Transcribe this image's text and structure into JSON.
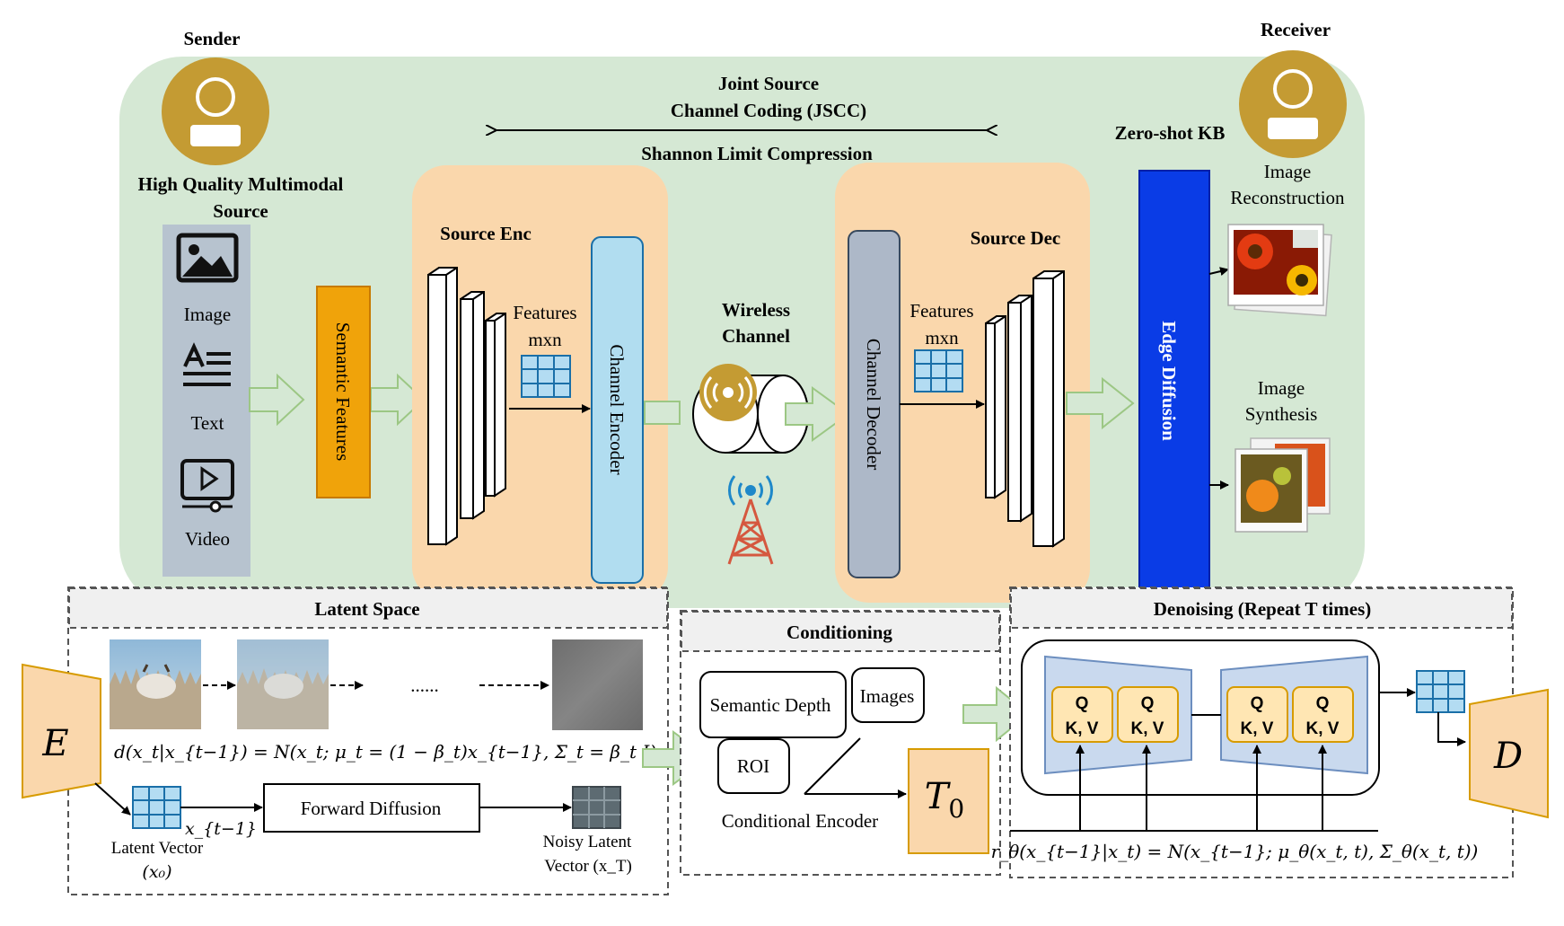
{
  "sender": {
    "title": "Sender",
    "source_title_1": "High Quality Multimodal",
    "source_title_2": "Source"
  },
  "receiver": {
    "title": "Receiver"
  },
  "modalities": {
    "image": "Image",
    "text": "Text",
    "video": "Video"
  },
  "semantic_features": "Semantic Features",
  "jscc": {
    "line1": "Joint Source",
    "line2": "Channel Coding (JSCC)",
    "shannon": "Shannon Limit Compression"
  },
  "source_enc": {
    "title": "Source Enc",
    "features_1": "Features",
    "features_2": "mxn",
    "channel_encoder": "Channel Encoder"
  },
  "wireless": {
    "line1": "Wireless",
    "line2": "Channel"
  },
  "source_dec": {
    "title": "Source Dec",
    "features_1": "Features",
    "features_2": "mxn",
    "channel_decoder": "Channel Decoder"
  },
  "zero_shot_kb": "Zero-shot KB",
  "edge_diffusion": "Edge Diffusion",
  "outputs": {
    "recon_1": "Image",
    "recon_2": "Reconstruction",
    "synth_1": "Image",
    "synth_2": "Synthesis"
  },
  "latent": {
    "title": "Latent Space",
    "ellipsis": "......",
    "forward_eq": "d(x_t|x_{t−1}) = N(x_t; μ_t = (1 − β_t)x_{t−1}, Σ_t = β_t I)",
    "encoder_label": "E",
    "forward_diffusion": "Forward Diffusion",
    "x_prev": "x_{t−1}",
    "latent_vector_1": "Latent Vector",
    "latent_vector_2": "(x₀)",
    "noisy_1": "Noisy Latent",
    "noisy_2": "Vector (x_T)"
  },
  "conditioning": {
    "title": "Conditioning",
    "semantic_depth": "Semantic Depth",
    "images": "Images",
    "roi": "ROI",
    "conditional_encoder": "Conditional Encoder",
    "t0_letter": "T",
    "t0_sub": "0"
  },
  "denoising": {
    "title": "Denoising (Repeat T times)",
    "q": "Q",
    "kv": "K, V",
    "reverse_eq": "r_θ(x_{t−1}|x_t) = N(x_{t−1}; μ_θ(x_t, t), Σ_θ(x_t, t))",
    "decoder_label": "D"
  },
  "colors": {
    "background_green": "#d5e8d4",
    "enc_dec_orange": "#fad7ac",
    "semantic_orange": "#f0a30a",
    "channel_encoder_blue": "#b1ddf0",
    "channel_decoder_gray": "#adb8c8",
    "edge_diffusion_blue": "#0a3ce6",
    "person_gold": "#c49b33",
    "arrow_green": "#a4c98a",
    "grid_blue": "#b3dcf2",
    "unet_blue": "#c9d9ee",
    "attention_orange": "#ffe6b3",
    "tower_red": "#d5583f"
  }
}
